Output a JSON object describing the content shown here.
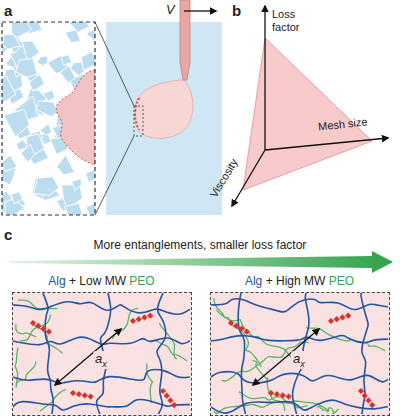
{
  "diagram": {
    "nodes": [
      {
        "text": [
          "Alg + Low MW PEO",
          "ax"
        ]
      },
      {
        "text": [
          "Alg + High MW PEO",
          "ax"
        ]
      }
    ],
    "labels": [
      "a",
      "b",
      "c",
      "V",
      "Loss factor",
      "Mesh size",
      "Viscosity",
      "More entanglements, smaller loss factor"
    ]
  }
}
